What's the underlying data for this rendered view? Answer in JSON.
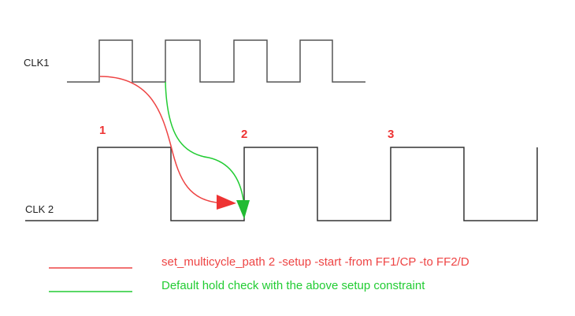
{
  "signals": {
    "clk1": "CLK1",
    "clk2": "CLK 2"
  },
  "edge_labels": [
    "1",
    "2",
    "3"
  ],
  "legend": [
    {
      "text": "set_multicycle_path 2 -setup -start -from FF1/CP -to FF2/D",
      "color": "#ee4444"
    },
    {
      "text": "Default hold check with the above setup constraint",
      "color": "#22cc33"
    }
  ],
  "colors": {
    "waveform": "#555555",
    "setup_path": "#ee4444",
    "hold_path": "#22cc33"
  }
}
